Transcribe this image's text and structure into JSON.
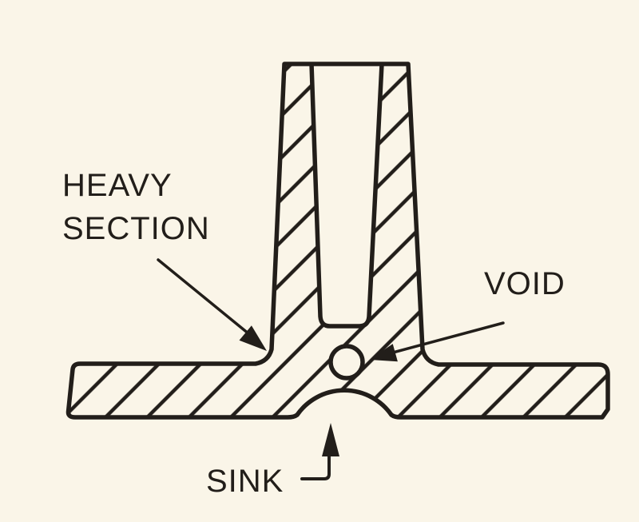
{
  "figure": {
    "type": "technical-cross-section-diagram",
    "background_color": "#faf5e8",
    "ink_color": "#221e1a",
    "labels": {
      "heavy_section_line1": "HEAVY",
      "heavy_section_line2": "SECTION",
      "void": "VOID",
      "sink": "SINK"
    }
  }
}
